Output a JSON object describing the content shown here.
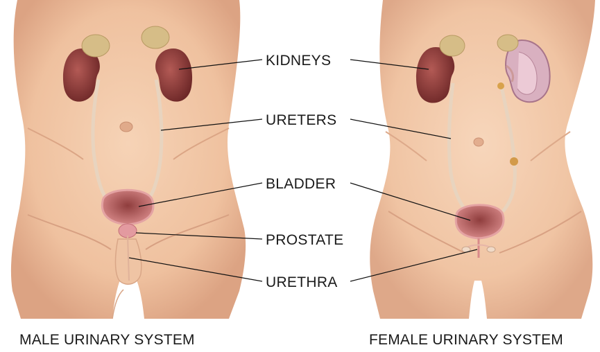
{
  "labels": {
    "kidneys": "KIDNEYS",
    "ureters": "URETERS",
    "bladder": "BLADDER",
    "prostate": "PROSTATE",
    "urethra": "URETHRA"
  },
  "captions": {
    "male": "MALE URINARY SYSTEM",
    "female": "FEMALE URINARY SYSTEM"
  },
  "colors": {
    "skin": "#f3c9a8",
    "skin_shadow": "#e2ac88",
    "kidney": "#8e3a3a",
    "adrenal": "#d8c08a",
    "bladder": "#c56e6e",
    "tube": "#e9d6c2"
  }
}
